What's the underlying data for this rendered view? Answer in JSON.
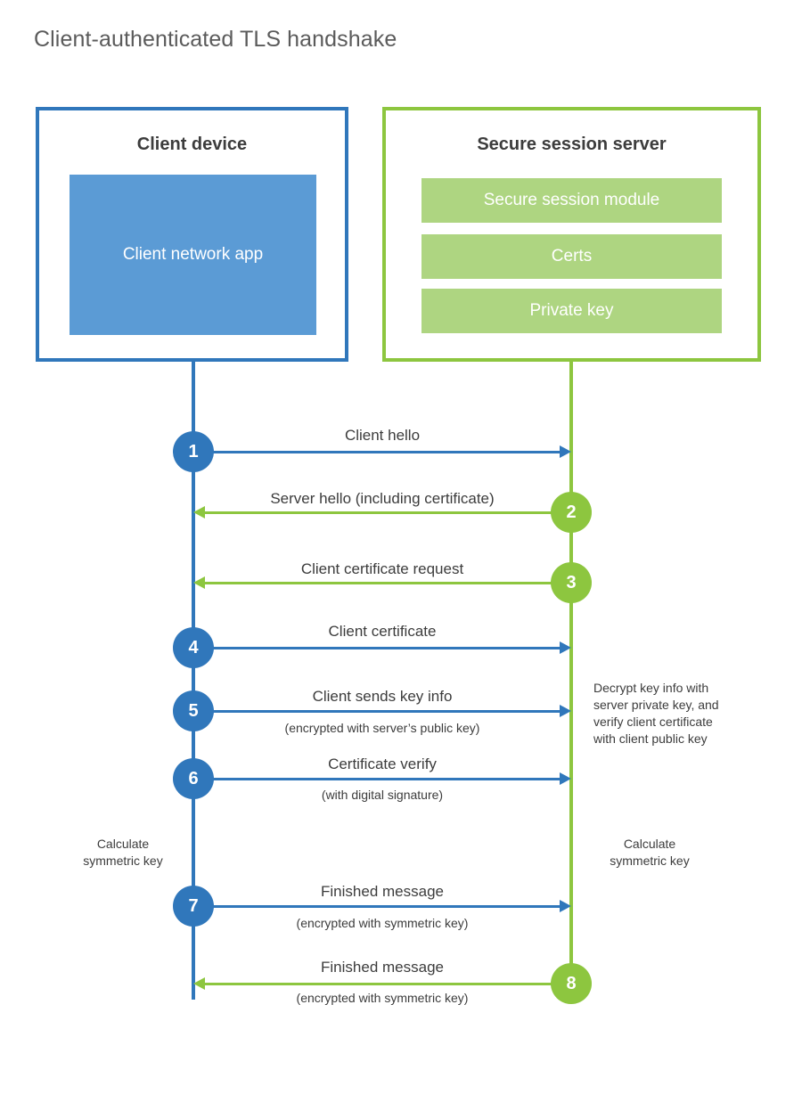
{
  "title": "Client-authenticated TLS handshake",
  "colors": {
    "client_blue": "#3077BB",
    "client_app_fill": "#5B9BD5",
    "server_green": "#8DC63F",
    "server_block_fill": "#AED581",
    "text_dark": "#3c3c3c",
    "title_gray": "#5b5b5b",
    "background": "#ffffff"
  },
  "participants": {
    "client": {
      "title": "Client device",
      "blocks": [
        {
          "label": "Client network app"
        }
      ]
    },
    "server": {
      "title": "Secure session server",
      "blocks": [
        {
          "label": "Secure session module"
        },
        {
          "label": "Certs"
        },
        {
          "label": "Private key"
        }
      ]
    }
  },
  "steps": [
    {
      "number": "1",
      "label": "Client hello",
      "sublabel": "",
      "direction": "client-to-server",
      "color": "blue"
    },
    {
      "number": "2",
      "label": "Server hello (including certificate)",
      "sublabel": "",
      "direction": "server-to-client",
      "color": "green"
    },
    {
      "number": "3",
      "label": "Client certificate request",
      "sublabel": "",
      "direction": "server-to-client",
      "color": "green"
    },
    {
      "number": "4",
      "label": "Client certificate",
      "sublabel": "",
      "direction": "client-to-server",
      "color": "blue"
    },
    {
      "number": "5",
      "label": "Client sends key info",
      "sublabel": "(encrypted with server’s public key)",
      "direction": "client-to-server",
      "color": "blue"
    },
    {
      "number": "6",
      "label": "Certificate verify",
      "sublabel": "(with digital signature)",
      "direction": "client-to-server",
      "color": "blue"
    },
    {
      "number": "7",
      "label": "Finished message",
      "sublabel": "(encrypted with symmetric key)",
      "direction": "client-to-server",
      "color": "blue"
    },
    {
      "number": "8",
      "label": "Finished message",
      "sublabel": "(encrypted with symmetric key)",
      "direction": "server-to-client",
      "color": "green"
    }
  ],
  "annotations": {
    "server_decrypt": "Decrypt key info with\nserver private key, and\nverify client certificate\nwith client public key",
    "server_decrypt_lines": [
      "Decrypt key info with",
      "server private key, and",
      "verify client certificate",
      "with client public key"
    ],
    "client_calculate_lines": [
      "Calculate",
      "symmetric key"
    ],
    "server_calculate_lines": [
      "Calculate",
      "symmetric key"
    ]
  }
}
